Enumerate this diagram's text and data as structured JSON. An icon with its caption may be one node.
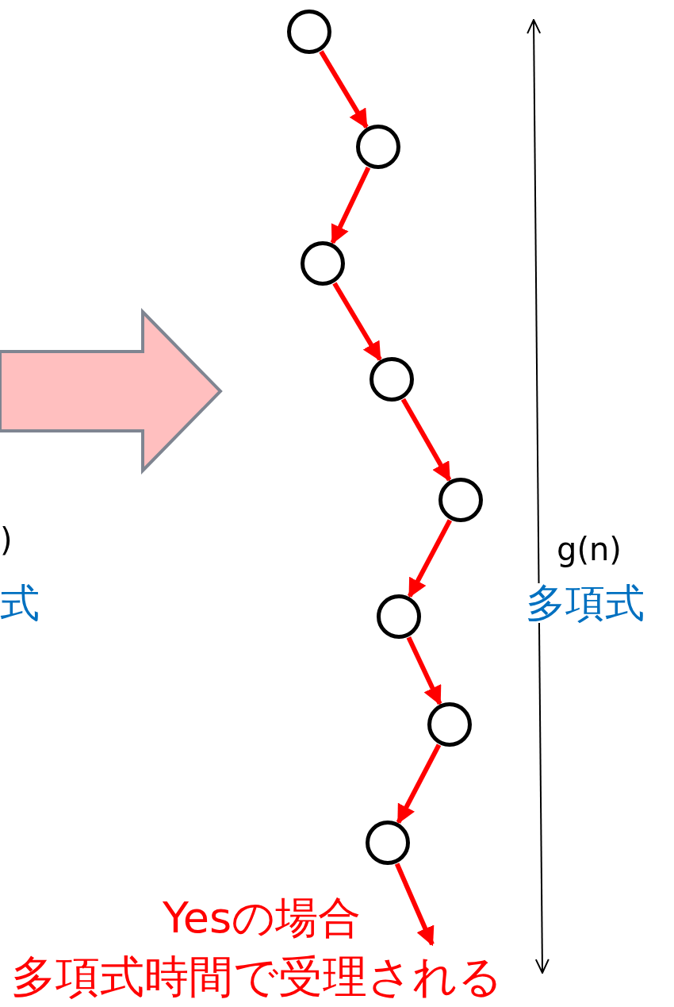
{
  "diagram": {
    "nodes": [
      {
        "text": [],
        "shape": "circle"
      },
      {
        "text": [],
        "shape": "circle"
      },
      {
        "text": [],
        "shape": "circle"
      },
      {
        "text": [],
        "shape": "circle"
      },
      {
        "text": [],
        "shape": "circle"
      },
      {
        "text": [],
        "shape": "circle"
      },
      {
        "text": [],
        "shape": "circle"
      },
      {
        "text": [],
        "shape": "circle"
      },
      {
        "text": [
          "多項式時間で受理される"
        ],
        "beside": [
          "Yesの場合"
        ]
      }
    ],
    "edges": [
      {
        "from": 0,
        "to": 1,
        "arrow": "to"
      },
      {
        "from": 1,
        "to": 2,
        "arrow": "to"
      },
      {
        "from": 2,
        "to": 3,
        "arrow": "to"
      },
      {
        "from": 3,
        "to": 4,
        "arrow": "to"
      },
      {
        "from": 4,
        "to": 5,
        "arrow": "to"
      },
      {
        "from": 5,
        "to": 6,
        "arrow": "to"
      },
      {
        "from": 6,
        "to": 7,
        "arrow": "to"
      },
      {
        "from": 7,
        "to": 8,
        "arrow": "to"
      }
    ],
    "labels": [
      ")",
      "式",
      "g(n)",
      "多項式"
    ]
  }
}
